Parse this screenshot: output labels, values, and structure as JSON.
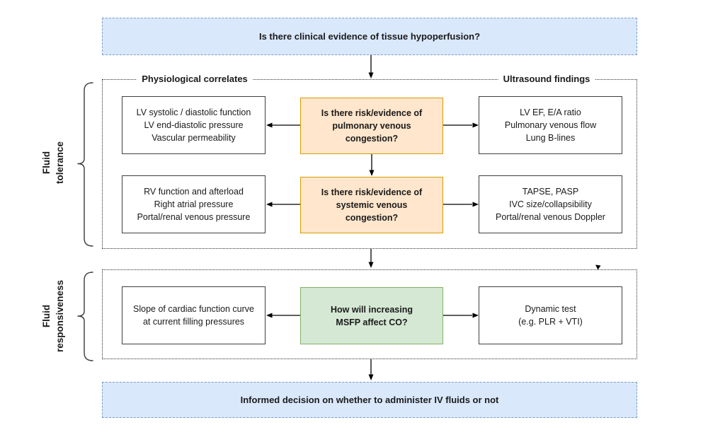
{
  "colors": {
    "banner_fill": "#dae8fc",
    "banner_stroke": "#6c8ebf",
    "question_pulmonary_fill": "#ffe6cc",
    "question_stroke_orange": "#d79b00",
    "question_msfp_fill": "#d5e8d4",
    "question_stroke_green": "#82b366",
    "line_color": "#000000"
  },
  "banner_top": {
    "text": "Is there clinical evidence of tissue hypoperfusion?"
  },
  "tolerance": {
    "side_label": "Fluid\ntolerance",
    "header_left": "Physiological correlates",
    "header_right": "Ultrasound findings",
    "row_pulmonary": {
      "left": "LV systolic / diastolic function\nLV end-diastolic pressure\nVascular permeability",
      "center": "Is there risk/evidence of\npulmonary venous\ncongestion?",
      "right": "LV EF, E/A ratio\nPulmonary venous flow\nLung B-lines"
    },
    "row_systemic": {
      "left": "RV function and afterload\nRight atrial pressure\nPortal/renal venous pressure",
      "center": "Is there risk/evidence of\nsystemic venous\ncongestion?",
      "right": "TAPSE, PASP\nIVC size/collapsibility\nPortal/renal venous Doppler"
    }
  },
  "responsiveness": {
    "side_label": "Fluid\nresponsiveness",
    "row_msfp": {
      "left": "Slope of cardiac function curve\nat current filling pressures",
      "center": "How will increasing\nMSFP affect CO?",
      "right": "Dynamic test\n(e.g. PLR + VTI)"
    }
  },
  "banner_bottom": {
    "text": "Informed decision on whether to administer IV fluids or not"
  }
}
